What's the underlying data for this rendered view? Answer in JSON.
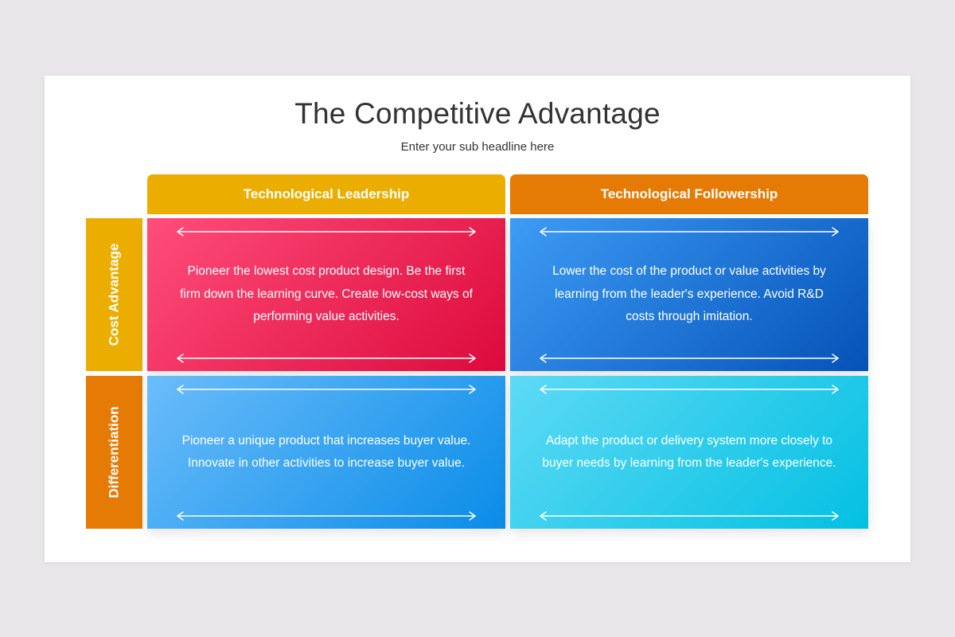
{
  "title": "The Competitive Advantage",
  "subtitle": "Enter your sub headline here",
  "columns": [
    {
      "label": "Technological Leadership",
      "color": "#ebae00"
    },
    {
      "label": "Technological Followership",
      "color": "#e57a05"
    }
  ],
  "rows": [
    {
      "label": "Cost Advantage",
      "color": "#ebae00"
    },
    {
      "label": "Differentiation",
      "color": "#e57a05"
    }
  ],
  "cells": {
    "tl": {
      "text": "Pioneer the lowest cost product design. Be the first firm down the learning curve. Create low-cost ways of performing value activities.",
      "gradient": [
        "#ff4d7a",
        "#dc0a3c"
      ]
    },
    "tr": {
      "text": "Lower the cost of the product or value activities by learning from the leader's experience. Avoid R&D costs through imitation.",
      "gradient": [
        "#3d9cf5",
        "#0552b8"
      ]
    },
    "bl": {
      "text": "Pioneer a unique product that increases buyer value. Innovate in other activities to increase buyer value.",
      "gradient": [
        "#6bbdfa",
        "#0a8ce8"
      ]
    },
    "br": {
      "text": "Adapt the product or delivery system more closely to buyer needs by learning from the leader's experience.",
      "gradient": [
        "#5ddaf5",
        "#04c0e2"
      ]
    }
  },
  "colors": {
    "background": "#e8e6e8",
    "slide": "#ffffff",
    "title_text": "#333333"
  }
}
